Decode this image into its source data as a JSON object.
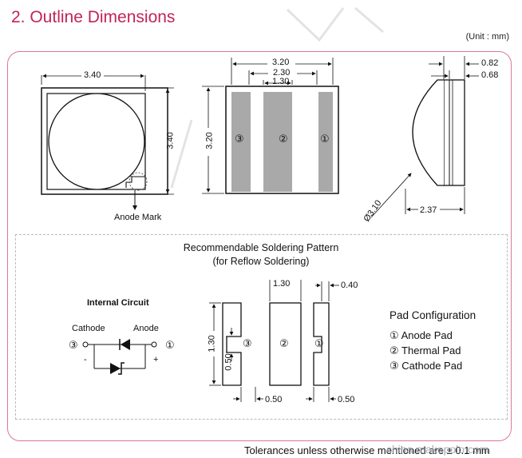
{
  "title": "2. Outline Dimensions",
  "unit": "(Unit : mm)",
  "top_view": {
    "width": "3.40",
    "height": "3.40",
    "anode_mark": "Anode Mark"
  },
  "bottom_view": {
    "width_total": "3.20",
    "width_mid": "2.30",
    "width_pad": "1.30",
    "height": "3.20",
    "pad_labels": [
      "③",
      "②",
      "①"
    ]
  },
  "side_view": {
    "top_w1": "0.82",
    "top_w2": "0.68",
    "bottom_w": "2.37",
    "diameter": "Ø3.10"
  },
  "soldering": {
    "title_line1": "Recommendable Soldering Pattern",
    "title_line2": "(for Reflow Soldering)",
    "dim_130_top": "1.30",
    "dim_040": "0.40",
    "dim_130_side": "1.30",
    "dim_050_side": "0.50",
    "dim_050_bottom_a": "0.50",
    "dim_050_bottom_b": "0.50",
    "pad_labels": [
      "③",
      "②",
      "①"
    ]
  },
  "internal_circuit": {
    "title": "Internal Circuit",
    "cathode": "Cathode",
    "anode": "Anode",
    "minus": "-",
    "plus": "+",
    "left_num": "③",
    "right_num": "①"
  },
  "pad_config": {
    "heading": "Pad Configuration",
    "items": [
      {
        "num": "①",
        "label": "Anode Pad"
      },
      {
        "num": "②",
        "label": "Thermal Pad"
      },
      {
        "num": "③",
        "label": "Cathode Pad"
      }
    ]
  },
  "footer": {
    "tolerance": "Tolerances unless otherwise mentioned are ± 0.1 mm",
    "watermark": "china.makepolo.com"
  },
  "colors": {
    "title": "#c0245a",
    "frame": "#d8789a",
    "pad_fill": "#a9a9a9"
  }
}
